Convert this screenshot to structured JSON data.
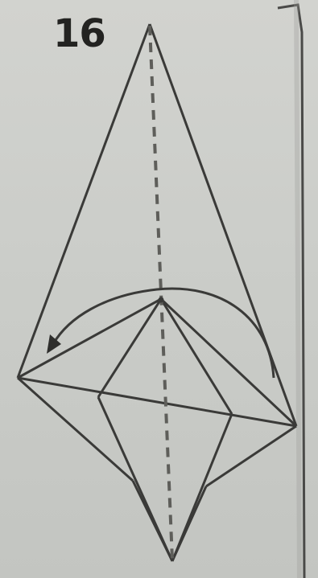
{
  "step": {
    "number": "16"
  },
  "colors": {
    "background": "#cbcdc9",
    "line": "#3a3a38",
    "valley_fold_line": "#6a6a66",
    "shadow": "#b6b8b3"
  },
  "diagram": {
    "fold_type": "valley-fold",
    "arrow_direction": "counterclockwise",
    "arrow_icon": "curved-arrow-icon"
  }
}
